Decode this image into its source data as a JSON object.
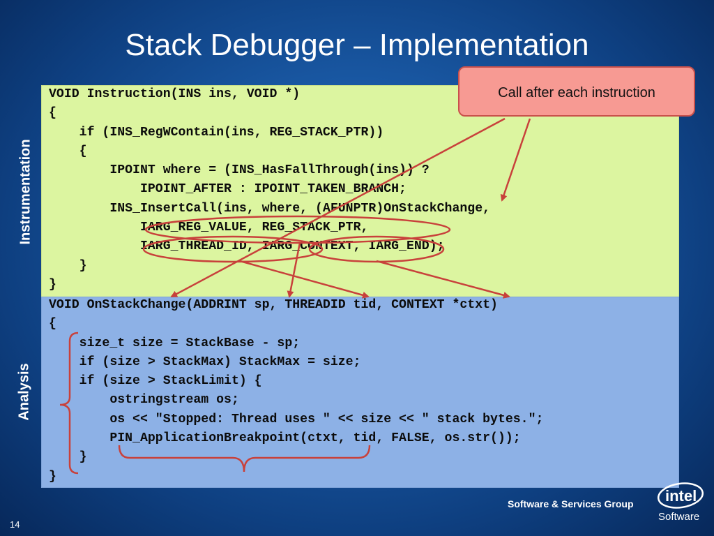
{
  "slide": {
    "title": "Stack Debugger – Implementation",
    "number": "14"
  },
  "labels": {
    "instrumentation": "Instrumentation",
    "analysis": "Analysis"
  },
  "callout": {
    "text": "Call after each instruction"
  },
  "instrumentation_code": [
    "VOID Instruction(INS ins, VOID *)",
    "{",
    "    if (INS_RegWContain(ins, REG_STACK_PTR))",
    "    {",
    "        IPOINT where = (INS_HasFallThrough(ins)) ?",
    "            IPOINT_AFTER : IPOINT_TAKEN_BRANCH;",
    "        INS_InsertCall(ins, where, (AFUNPTR)OnStackChange,",
    "            IARG_REG_VALUE, REG_STACK_PTR,",
    "            IARG_THREAD_ID, IARG_CONTEXT, IARG_END);",
    "    }",
    "}"
  ],
  "analysis_code": [
    "VOID OnStackChange(ADDRINT sp, THREADID tid, CONTEXT *ctxt)",
    "{",
    "    size_t size = StackBase - sp;",
    "    if (size > StackMax) StackMax = size;",
    "    if (size > StackLimit) {",
    "        ostringstream os;",
    "        os << \"Stopped: Thread uses \" << size << \" stack bytes.\";",
    "        PIN_ApplicationBreakpoint(ctxt, tid, FALSE, os.str());",
    "    }",
    "}"
  ],
  "footer": {
    "group": "Software & Services Group",
    "logo_text": "intel",
    "logo_sub": "Software"
  },
  "colors": {
    "instrumentation_bg": "#dcf5a0",
    "analysis_bg": "#8db1e6",
    "annotation_red": "#c8413b",
    "callout_bg": "#f79a93"
  }
}
